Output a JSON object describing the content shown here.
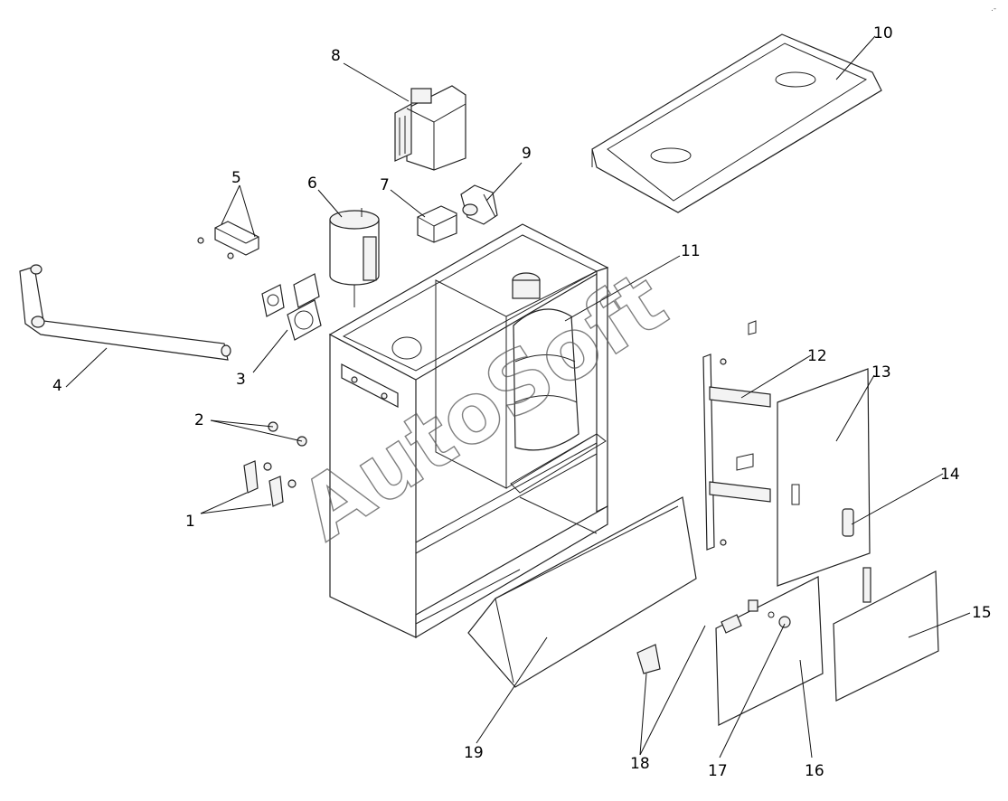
{
  "diagram": {
    "watermark": "AutoSoft",
    "corner_mark": ".-",
    "callouts": [
      {
        "id": "1",
        "label": "1"
      },
      {
        "id": "2",
        "label": "2"
      },
      {
        "id": "3",
        "label": "3"
      },
      {
        "id": "4",
        "label": "4"
      },
      {
        "id": "5",
        "label": "5"
      },
      {
        "id": "6",
        "label": "6"
      },
      {
        "id": "7",
        "label": "7"
      },
      {
        "id": "8",
        "label": "8"
      },
      {
        "id": "9",
        "label": "9"
      },
      {
        "id": "10",
        "label": "10"
      },
      {
        "id": "11",
        "label": "11"
      },
      {
        "id": "12",
        "label": "12"
      },
      {
        "id": "13",
        "label": "13"
      },
      {
        "id": "14",
        "label": "14"
      },
      {
        "id": "15",
        "label": "15"
      },
      {
        "id": "16",
        "label": "16"
      },
      {
        "id": "17",
        "label": "17"
      },
      {
        "id": "18",
        "label": "18"
      },
      {
        "id": "19",
        "label": "19"
      }
    ]
  }
}
